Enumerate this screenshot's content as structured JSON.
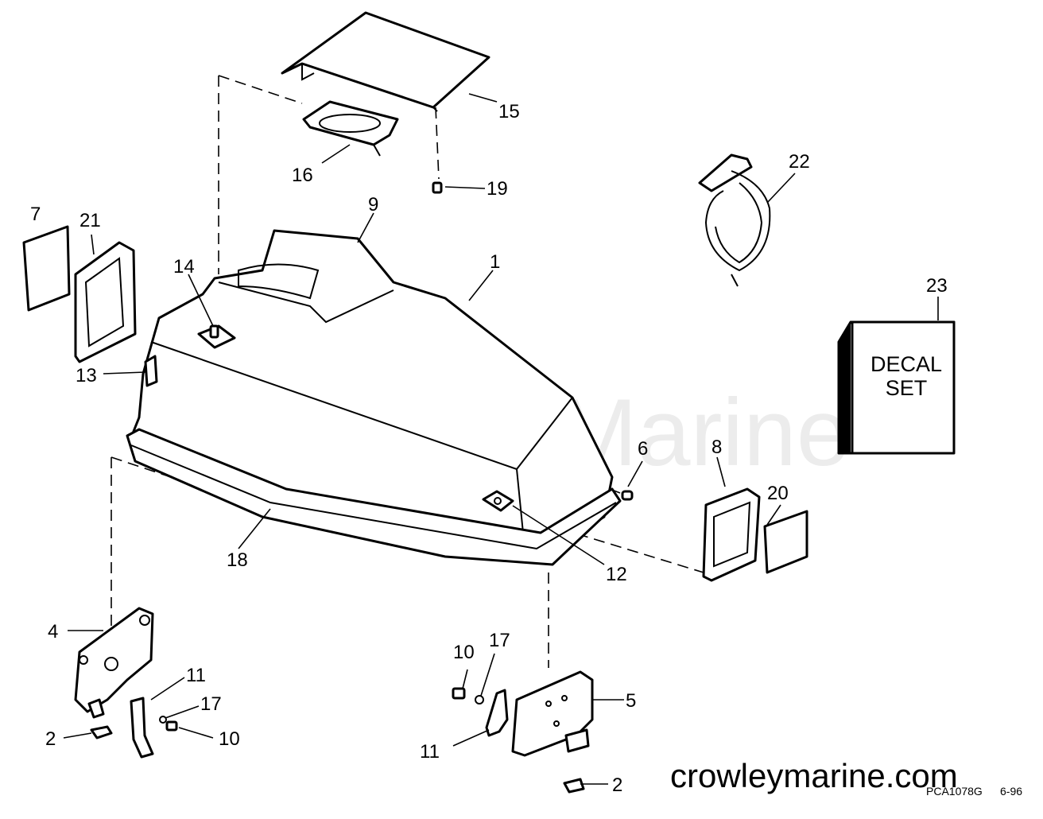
{
  "watermark": "Crowley Marine",
  "site_url": "crowleymarine.com",
  "drawing_code": "PCA1078G",
  "drawing_date": "6-96",
  "decal_box": {
    "line1": "DECAL",
    "line2": "SET"
  },
  "callouts": {
    "c1": "1",
    "c2a": "2",
    "c2b": "2",
    "c4": "4",
    "c5": "5",
    "c6": "6",
    "c7": "7",
    "c8": "8",
    "c9": "9",
    "c10a": "10",
    "c10b": "10",
    "c11a": "11",
    "c11b": "11",
    "c12": "12",
    "c13": "13",
    "c14": "14",
    "c15": "15",
    "c16": "16",
    "c17a": "17",
    "c17b": "17",
    "c18": "18",
    "c19": "19",
    "c20": "20",
    "c21": "21",
    "c22": "22",
    "c23": "23"
  }
}
